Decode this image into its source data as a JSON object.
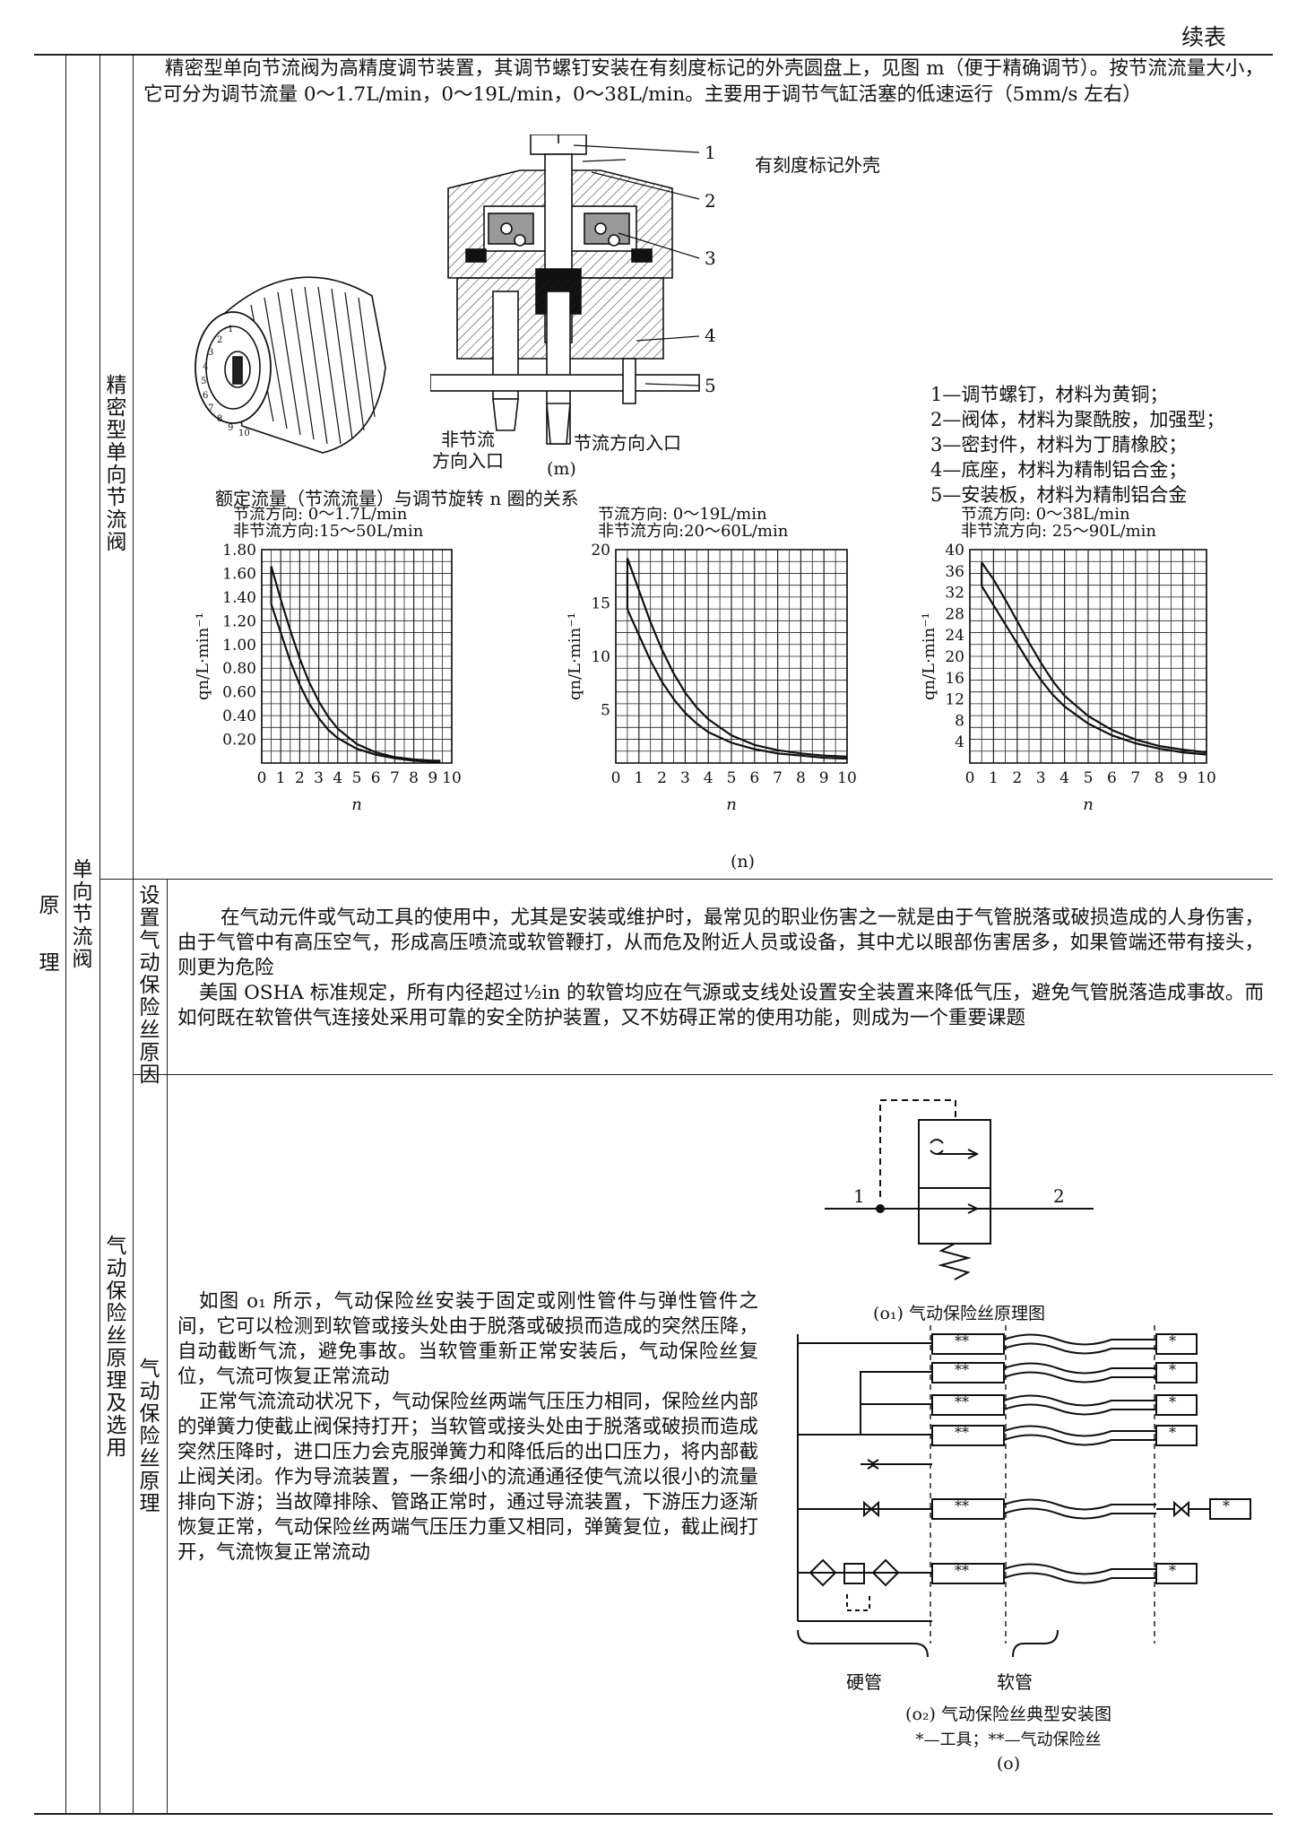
{
  "header": {
    "continued": "续表"
  },
  "labels": {
    "col1": "原理",
    "col2": "单向节流阀",
    "col3a": "精密型单向节流阀",
    "col3b": "气动保险丝原理及选用",
    "col4a": "设置气动保险丝原因",
    "col4b": "气动保险丝原理"
  },
  "precision": {
    "intro": "精密型单向节流阀为高精度调节装置，其调节螺钉安装在有刻度标记的外壳圆盘上，见图 m（便于精确调节）。按节流流量大小，它可分为调节流量 0～1.7L/min，0～19L/min，0～38L/min。主要用于调节气缸活塞的低速运行（5mm/s 左右）",
    "fig_m": {
      "callouts": [
        "1",
        "2",
        "3",
        "4",
        "5"
      ],
      "shell_label": "有刻度标记外壳",
      "inlet_non": [
        "非节流",
        "方向入口"
      ],
      "inlet_throttle": "节流方向入口",
      "caption": "(m)",
      "dial_numbers": [
        "1",
        "2",
        "3",
        "4",
        "5",
        "6",
        "7",
        "8",
        "9",
        "10"
      ],
      "legend": [
        "1—调节螺钉，材料为黄铜；",
        "2—阀体，材料为聚酰胺，加强型；",
        "3—密封件，材料为丁腈橡胶；",
        "4—底座，材料为精制铝合金；",
        "5—安装板，材料为精制铝合金"
      ]
    },
    "fig_n": {
      "title": "额定流量（节流流量）与调节旋转 n 圈的关系",
      "caption": "(n)"
    }
  },
  "chart_data": [
    {
      "type": "line",
      "title": "",
      "subtitle_lines": [
        "节流方向:    0～1.7L/min",
        "非节流方向:15～50L/min"
      ],
      "xlabel": "n",
      "ylabel": "qn/L·min⁻¹",
      "xlim": [
        0,
        10
      ],
      "ylim": [
        0,
        1.8
      ],
      "xticks": [
        "0",
        "1",
        "2",
        "3",
        "4",
        "5",
        "6",
        "7",
        "8",
        "9",
        "10"
      ],
      "yticks": [
        "0.20",
        "0.40",
        "0.60",
        "0.80",
        "1.00",
        "1.20",
        "1.40",
        "1.60",
        "1.80"
      ],
      "grid": true,
      "series": [
        {
          "x": [
            0.5,
            1,
            1.5,
            2,
            2.5,
            3,
            3.5,
            4,
            5,
            6,
            7,
            8,
            9,
            9.4
          ],
          "y": [
            1.66,
            1.38,
            1.12,
            0.88,
            0.68,
            0.52,
            0.39,
            0.29,
            0.16,
            0.09,
            0.05,
            0.03,
            0.02,
            0.02
          ]
        },
        {
          "x": [
            0.5,
            1,
            1.5,
            2,
            2.5,
            3,
            3.5,
            4,
            5,
            6,
            7,
            8,
            9,
            9.4
          ],
          "y": [
            1.34,
            1.1,
            0.86,
            0.66,
            0.5,
            0.38,
            0.28,
            0.21,
            0.12,
            0.07,
            0.04,
            0.02,
            0.01,
            0.01
          ]
        }
      ]
    },
    {
      "type": "line",
      "title": "",
      "subtitle_lines": [
        "节流方向:    0～19L/min",
        "非节流方向:20～60L/min"
      ],
      "xlabel": "n",
      "ylabel": "qn/L·min⁻¹",
      "xlim": [
        0,
        10
      ],
      "ylim": [
        0,
        20
      ],
      "xticks": [
        "0",
        "1",
        "2",
        "3",
        "4",
        "5",
        "6",
        "7",
        "8",
        "9",
        "10"
      ],
      "yticks": [
        "5",
        "10",
        "15",
        "20"
      ],
      "grid": true,
      "series": [
        {
          "x": [
            0.5,
            1,
            1.5,
            2,
            2.5,
            3,
            3.5,
            4,
            5,
            6,
            7,
            8,
            9,
            10
          ],
          "y": [
            19.2,
            16.2,
            13.2,
            10.6,
            8.4,
            6.6,
            5.2,
            4.1,
            2.6,
            1.7,
            1.2,
            0.9,
            0.7,
            0.6
          ]
        },
        {
          "x": [
            0.5,
            1,
            1.5,
            2,
            2.5,
            3,
            3.5,
            4,
            5,
            6,
            7,
            8,
            9,
            10
          ],
          "y": [
            14.4,
            12.0,
            9.6,
            7.6,
            6.0,
            4.7,
            3.7,
            2.9,
            1.9,
            1.3,
            0.9,
            0.7,
            0.5,
            0.4
          ]
        }
      ]
    },
    {
      "type": "line",
      "title": "",
      "subtitle_lines": [
        "节流方向:    0～38L/min",
        "非节流方向: 25～90L/min"
      ],
      "xlabel": "n",
      "ylabel": "qn/L·min⁻¹",
      "xlim": [
        0,
        10
      ],
      "ylim": [
        0,
        40
      ],
      "xticks": [
        "0",
        "1",
        "2",
        "3",
        "4",
        "5",
        "6",
        "7",
        "8",
        "9",
        "10"
      ],
      "yticks": [
        "4",
        "8",
        "12",
        "16",
        "20",
        "24",
        "28",
        "32",
        "36",
        "40"
      ],
      "grid": true,
      "series": [
        {
          "x": [
            0.5,
            1,
            1.5,
            2,
            2.5,
            3,
            3.5,
            4,
            5,
            6,
            7,
            8,
            9,
            10
          ],
          "y": [
            37.6,
            34.4,
            30.6,
            26.6,
            22.6,
            18.8,
            15.4,
            12.6,
            8.8,
            6.2,
            4.4,
            3.2,
            2.5,
            2.0
          ]
        },
        {
          "x": [
            0.5,
            1,
            1.5,
            2,
            2.5,
            3,
            3.5,
            4,
            5,
            6,
            7,
            8,
            9,
            10
          ],
          "y": [
            33.2,
            29.6,
            26.0,
            22.4,
            18.8,
            15.6,
            12.8,
            10.6,
            7.4,
            5.2,
            3.7,
            2.7,
            2.0,
            1.6
          ]
        }
      ]
    }
  ],
  "reason": {
    "p1": "在气动元件或气动工具的使用中，尤其是安装或维护时，最常见的职业伤害之一就是由于气管脱落或破损造成的人身伤害，由于气管中有高压空气，形成高压喷流或软管鞭打，从而危及附近人员或设备，其中尤以眼部伤害居多，如果管端还带有接头，则更为危险",
    "p2": "美国 OSHA 标准规定，所有内径超过½in 的软管均应在气源或支线处设置安全装置来降低气压，避免气管脱落造成事故。而如何既在软管供气连接处采用可靠的安全防护装置，又不妨碍正常的使用功能，则成为一个重要课题"
  },
  "fuse": {
    "p1": "如图 o₁ 所示，气动保险丝安装于固定或刚性管件与弹性管件之间，它可以检测到软管或接头处由于脱落或破损而造成的突然压降，自动截断气流，避免事故。当软管重新正常安装后，气动保险丝复位，气流可恢复正常流动",
    "p2": "正常气流流动状况下，气动保险丝两端气压压力相同，保险丝内部的弹簧力使截止阀保持打开；当软管或接头处由于脱落或破损而造成突然压降时，进口压力会克服弹簧力和降低后的出口压力，将内部截止阀关闭。作为导流装置，一条细小的流通通径使气流以很小的流量排向下游；当故障排除、管路正常时，通过导流装置，下游压力逐渐恢复正常，气动保险丝两端气压压力重又相同，弹簧复位，截止阀打开，气流恢复正常流动",
    "o1": {
      "port1": "1",
      "port2": "2",
      "caption": "(o₁) 气动保险丝原理图"
    },
    "o2": {
      "fuse_mark": "**",
      "tool_mark": "*",
      "hard": "硬管",
      "soft": "软管",
      "caption": "(o₂) 气动保险丝典型安装图",
      "note": "*—工具；**—气动保险丝",
      "caption_o": "(o)"
    }
  }
}
